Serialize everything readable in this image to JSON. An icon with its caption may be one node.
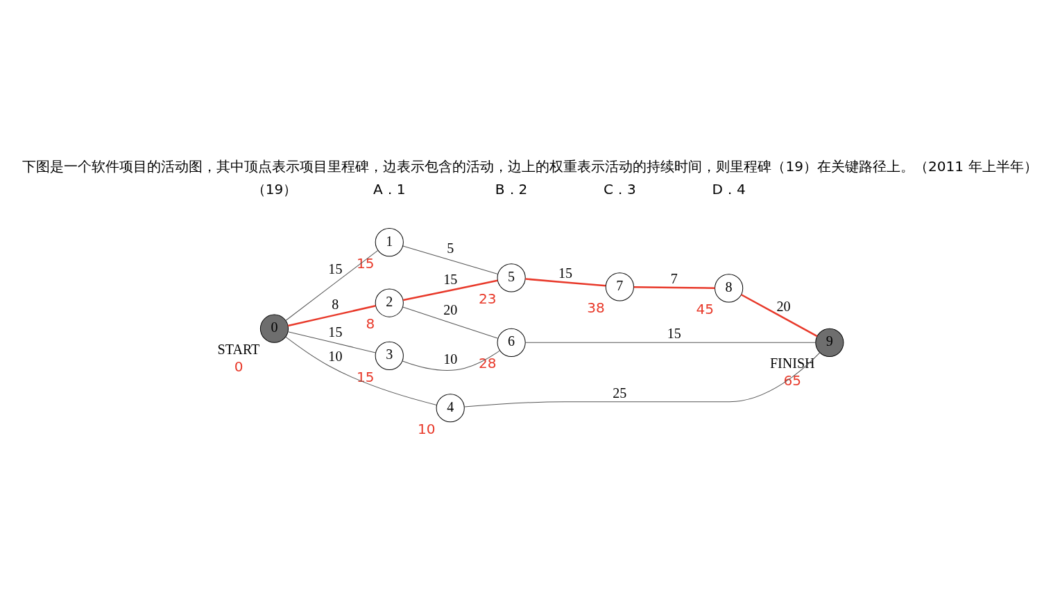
{
  "diagram": {
    "title": "下图是一个软件项目的活动图，其中顶点表示项目里程碑，边表示包含的活动，边上的权重表示活动的持续时间，则里程碑（19）在关键路径上。（2011 年上半年）",
    "nodes": [
      {
        "text": [
          "0"
        ],
        "beside": [
          "START",
          "0"
        ]
      },
      {
        "text": [
          "1"
        ],
        "beside": [
          "15"
        ]
      },
      {
        "text": [
          "2"
        ],
        "beside": [
          "8"
        ]
      },
      {
        "text": [
          "3"
        ],
        "beside": [
          "15"
        ]
      },
      {
        "text": [
          "4"
        ],
        "beside": [
          "10"
        ]
      },
      {
        "text": [
          "5"
        ],
        "beside": [
          "23"
        ]
      },
      {
        "text": [
          "6"
        ],
        "beside": [
          "28"
        ]
      },
      {
        "text": [
          "7"
        ],
        "beside": [
          "38"
        ]
      },
      {
        "text": [
          "8"
        ],
        "beside": [
          "45"
        ]
      },
      {
        "text": [
          "9"
        ],
        "beside": [
          "FINISH",
          "65"
        ]
      }
    ],
    "edges": [
      {
        "from": 0,
        "to": 1,
        "arrow": "none",
        "label": "15"
      },
      {
        "from": 0,
        "to": 2,
        "arrow": "none",
        "label": "8",
        "color": "#e8392a"
      },
      {
        "from": 0,
        "to": 3,
        "arrow": "none",
        "label": "15"
      },
      {
        "from": 0,
        "to": 4,
        "arrow": "none",
        "label": "10"
      },
      {
        "from": 1,
        "to": 5,
        "arrow": "none",
        "label": "5"
      },
      {
        "from": 2,
        "to": 5,
        "arrow": "none",
        "label": "15",
        "color": "#e8392a"
      },
      {
        "from": 2,
        "to": 6,
        "arrow": "none",
        "label": "20"
      },
      {
        "from": 3,
        "to": 6,
        "arrow": "none",
        "label": "10"
      },
      {
        "from": 5,
        "to": 7,
        "arrow": "none",
        "label": "15",
        "color": "#e8392a"
      },
      {
        "from": 7,
        "to": 8,
        "arrow": "none",
        "label": "7",
        "color": "#e8392a"
      },
      {
        "from": 6,
        "to": 9,
        "arrow": "none",
        "label": "15"
      },
      {
        "from": 8,
        "to": 9,
        "arrow": "none",
        "label": "20",
        "color": "#e8392a"
      },
      {
        "from": 4,
        "to": 9,
        "arrow": "none",
        "label": "25"
      }
    ],
    "labels": [
      "（19）",
      "A．1",
      "B．2",
      "C．3",
      "D．4"
    ]
  }
}
